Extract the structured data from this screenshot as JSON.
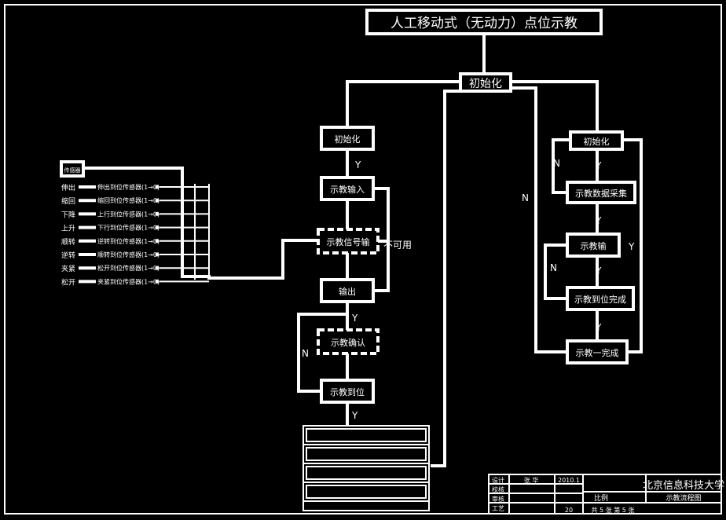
{
  "title": "人工移动式（无动力）点位示教",
  "init": "初始化",
  "left_column": {
    "box1": "初始化",
    "box2": "示教输入",
    "box3": "示教信号输",
    "box4": "输出",
    "box5": "示教确认",
    "box6": "示教到位",
    "label_y1": "Y",
    "label_y2": "Y",
    "label_y3": "Y",
    "label_n": "N",
    "label_bad": "不可用"
  },
  "right_column": {
    "box1": "初始化",
    "box2": "示教数据采集",
    "box3": "示教输",
    "box4": "示教到位完成",
    "box5": "示教一完成",
    "label_y1": "Y",
    "label_y2": "Y",
    "label_y3": "Y",
    "label_y4": "Y",
    "label_n1": "N",
    "label_n2": "N",
    "label_n_side": "N",
    "label_y_side": "Y"
  },
  "sensor_header": "传感器",
  "sensors": [
    {
      "name": "伸出",
      "signal": "伸出到位传感器(1→0)"
    },
    {
      "name": "缩回",
      "signal": "缩回到位传感器(1→0)"
    },
    {
      "name": "下降",
      "signal": "上行到位传感器(1→0)"
    },
    {
      "name": "上升",
      "signal": "下行到位传感器(1→0)"
    },
    {
      "name": "顺转",
      "signal": "逆转到位传感器(1→0)"
    },
    {
      "name": "逆转",
      "signal": "顺转到位传感器(1→0)"
    },
    {
      "name": "夹紧",
      "signal": "松开到位传感器(1→0)"
    },
    {
      "name": "松开",
      "signal": "夹紧到位传感器(1→0)"
    }
  ],
  "title_block": {
    "university": "北京信息科技大学",
    "drawing_name": "示教流程图",
    "row_labels": [
      "设计",
      "校核",
      "审核",
      "工艺"
    ],
    "designer": "张 华",
    "date": "2010.1",
    "sheet_info": "共 5 张 第 5 张",
    "scale_label": "比例",
    "qty": "20"
  }
}
